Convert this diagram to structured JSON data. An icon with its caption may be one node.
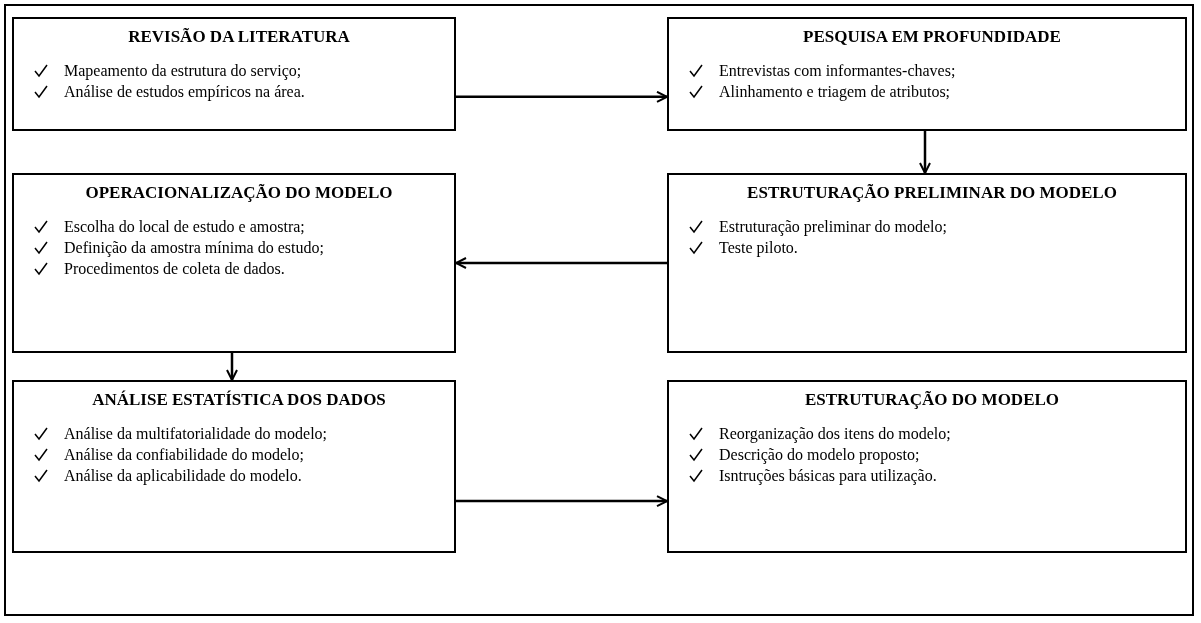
{
  "diagram": {
    "nodes": [
      {
        "text": [
          "REVISÃO DA LITERATURA",
          "Mapeamento da estrutura do serviço;",
          "Análise de estudos empíricos na área."
        ]
      },
      {
        "text": [
          "PESQUISA EM PROFUNDIDADE",
          "Entrevistas com informantes-chaves;",
          "Alinhamento e triagem de atributos;"
        ]
      },
      {
        "text": [
          "OPERACIONALIZAÇÃO DO MODELO",
          "Escolha do local de estudo e amostra;",
          "Definição da amostra mínima do estudo;",
          "Procedimentos de coleta de dados."
        ]
      },
      {
        "text": [
          "ESTRUTURAÇÃO PRELIMINAR DO MODELO",
          "Estruturação preliminar do modelo;",
          "Teste piloto."
        ]
      },
      {
        "text": [
          "ANÁLISE ESTATÍSTICA DOS DADOS",
          "Análise da multifatorialidade do modelo;",
          "Análise da confiabilidade do modelo;",
          "Análise da aplicabilidade do modelo."
        ]
      },
      {
        "text": [
          "ESTRUTURAÇÃO DO MODELO",
          "Reorganização dos itens do modelo;",
          "Descrição do modelo proposto;",
          "Isntruções básicas para utilização."
        ]
      }
    ],
    "edges": [
      {
        "from": 0,
        "to": 1,
        "arrow": "to"
      },
      {
        "from": 1,
        "to": 3,
        "arrow": "to"
      },
      {
        "from": 3,
        "to": 2,
        "arrow": "to"
      },
      {
        "from": 2,
        "to": 4,
        "arrow": "to"
      },
      {
        "from": 4,
        "to": 5,
        "arrow": "to"
      }
    ]
  }
}
